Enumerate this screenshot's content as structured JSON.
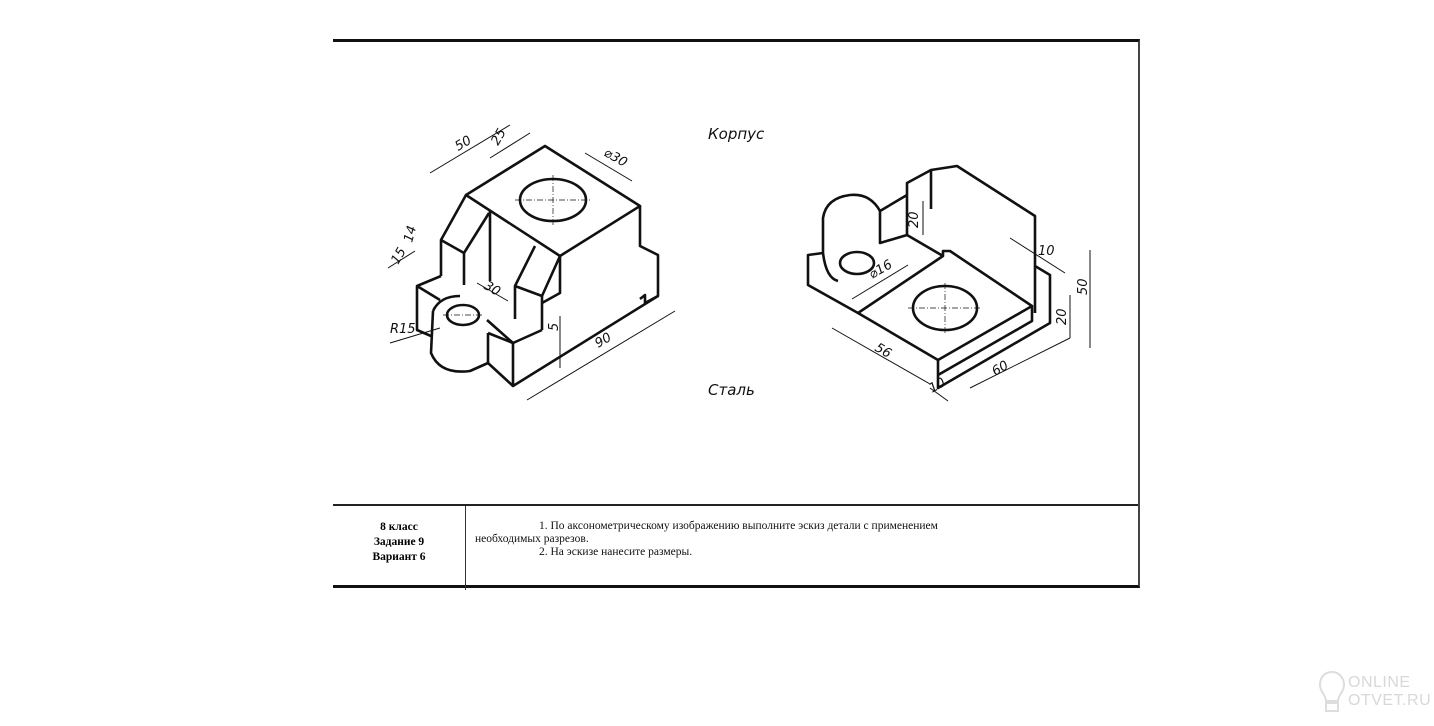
{
  "drawing": {
    "part_name": "Корпус",
    "material": "Сталь",
    "left_view_dimensions": [
      "50",
      "25",
      "⌀30",
      "14",
      "15",
      "30",
      "R15",
      "5",
      "90"
    ],
    "right_view_dimensions": [
      "20",
      "10",
      "⌀16",
      "50",
      "20",
      "56",
      "10",
      "60"
    ]
  },
  "caption": {
    "grade": "8 класс",
    "task": "Задание 9",
    "variant": "Вариант 6",
    "instruction_1a": "1. По аксонометрическому изображению выполните эскиз детали с применением",
    "instruction_1b": "необходимых разрезов.",
    "instruction_2": "2. На эскизе нанесите размеры."
  },
  "watermark": {
    "line1": "ONLINE",
    "line2": "OTVET.RU"
  }
}
